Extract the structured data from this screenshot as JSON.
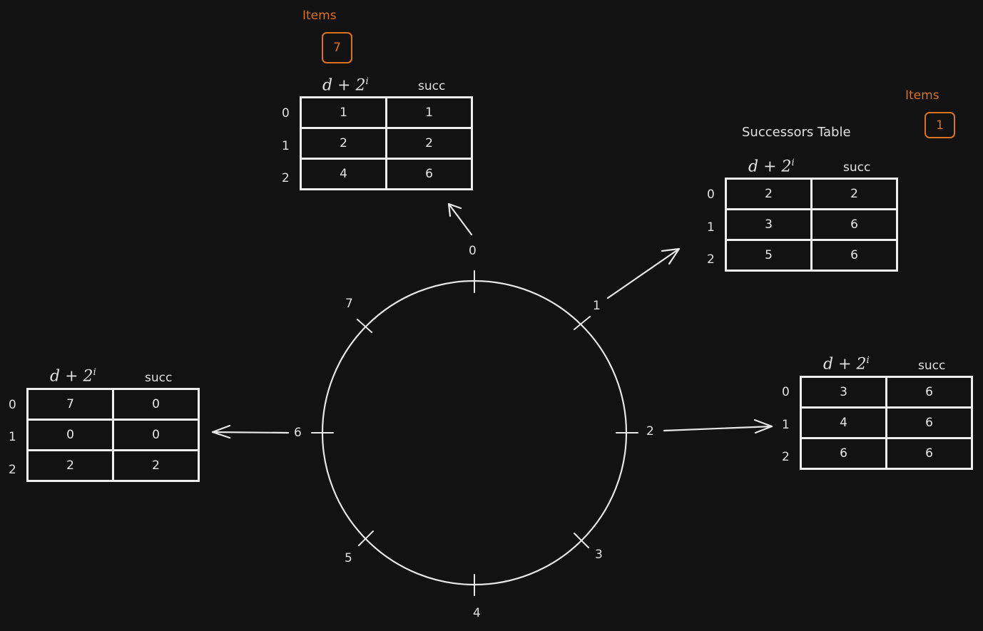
{
  "ring": {
    "labels": [
      "0",
      "1",
      "2",
      "3",
      "4",
      "5",
      "6",
      "7"
    ]
  },
  "table_header": {
    "succ": "succ"
  },
  "successors_title": "Successors Table",
  "items_label": "Items",
  "tables": {
    "node0": {
      "rows": [
        {
          "i": "0",
          "d": "1",
          "succ": "1"
        },
        {
          "i": "1",
          "d": "2",
          "succ": "2"
        },
        {
          "i": "2",
          "d": "4",
          "succ": "6"
        }
      ],
      "items": [
        "7"
      ]
    },
    "node1": {
      "rows": [
        {
          "i": "0",
          "d": "2",
          "succ": "2"
        },
        {
          "i": "1",
          "d": "3",
          "succ": "6"
        },
        {
          "i": "2",
          "d": "5",
          "succ": "6"
        }
      ],
      "items": [
        "1"
      ]
    },
    "node2": {
      "rows": [
        {
          "i": "0",
          "d": "3",
          "succ": "6"
        },
        {
          "i": "1",
          "d": "4",
          "succ": "6"
        },
        {
          "i": "2",
          "d": "6",
          "succ": "6"
        }
      ]
    },
    "node6": {
      "rows": [
        {
          "i": "0",
          "d": "7",
          "succ": "0"
        },
        {
          "i": "1",
          "d": "0",
          "succ": "0"
        },
        {
          "i": "2",
          "d": "2",
          "succ": "2"
        }
      ]
    }
  },
  "colors": {
    "stroke": "#efefef",
    "accent": "#d9731f",
    "background": "#121212"
  }
}
